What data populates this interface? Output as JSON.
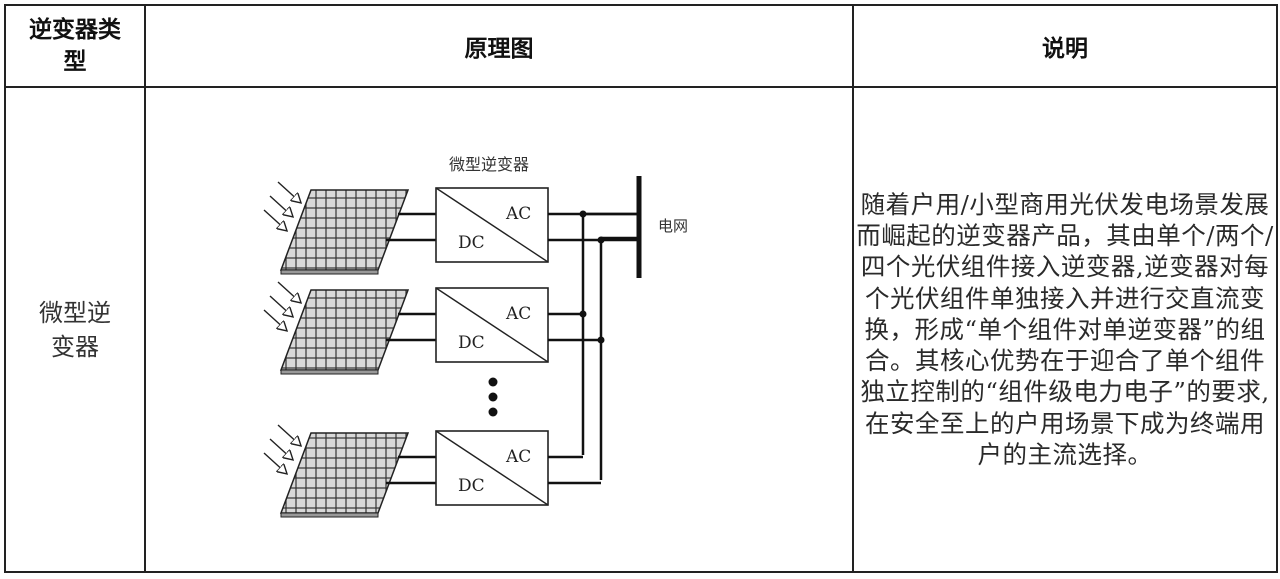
{
  "table": {
    "headers": {
      "type": "逆变器类型",
      "diagram": "原理图",
      "description": "说明"
    },
    "rows": [
      {
        "type": "微型逆变器",
        "diagram": {
          "title": "微型逆变器",
          "grid_label": "电网",
          "inverter_ac_label": "AC",
          "inverter_dc_label": "DC",
          "units_shown": 3,
          "ellipsis": "⋮"
        },
        "description": "随着户用/小型商用光伏发电场景发展而崛起的逆变器产品，其由单个/两个/四个光伏组件接入逆变器,逆变器对每个光伏组件单独接入并进行交直流变换，形成“单个组件对单逆变器”的组合。其核心优势在于迎合了单个组件独立控制的“组件级电力电子”的要求,在安全至上的户用场景下成为终端用户的主流选择。"
      }
    ]
  }
}
